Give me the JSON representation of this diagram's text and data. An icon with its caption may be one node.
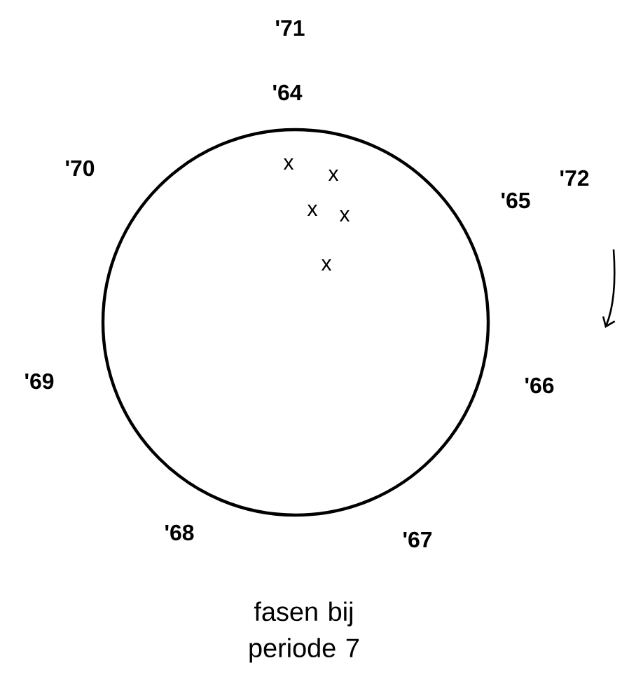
{
  "diagram": {
    "caption": "fasen bij periode 7",
    "labels": [
      "'71",
      "'64",
      "'70",
      "x",
      "x",
      "'72",
      "'65",
      "x",
      "x",
      "x",
      "'69",
      "'66",
      "'68",
      "'67"
    ]
  }
}
